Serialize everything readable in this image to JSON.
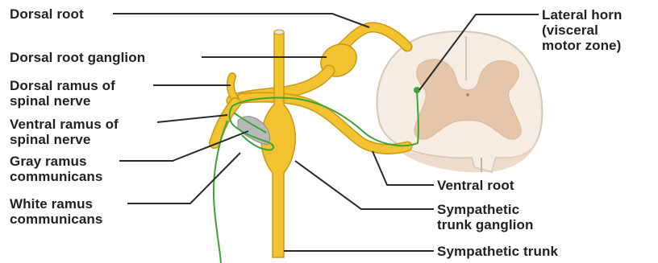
{
  "labels": {
    "dorsal_root": "Dorsal root",
    "dorsal_root_ganglion": "Dorsal root ganglion",
    "dorsal_ramus": [
      "Dorsal ramus of",
      "spinal nerve"
    ],
    "ventral_ramus": [
      "Ventral ramus of",
      "spinal nerve"
    ],
    "gray_ramus": [
      "Gray ramus",
      "communicans"
    ],
    "white_ramus": [
      "White ramus",
      "communicans"
    ],
    "lateral_horn": [
      "Lateral horn",
      "(visceral",
      "motor zone)"
    ],
    "ventral_root": "Ventral root",
    "sympathetic_trunk_ganglion": [
      "Sympathetic",
      "trunk ganglion"
    ],
    "sympathetic_trunk": "Sympathetic trunk"
  },
  "colors": {
    "nerve_yellow": "#f2c230",
    "nerve_outline": "#c99a12",
    "cord_white": "#f5ece3",
    "gray_matter": "#e6c6a8",
    "visceral_green": "#3aa635",
    "gray_ramus_fill": "#b9b9b9",
    "leader_line": "#2b2b2b"
  }
}
